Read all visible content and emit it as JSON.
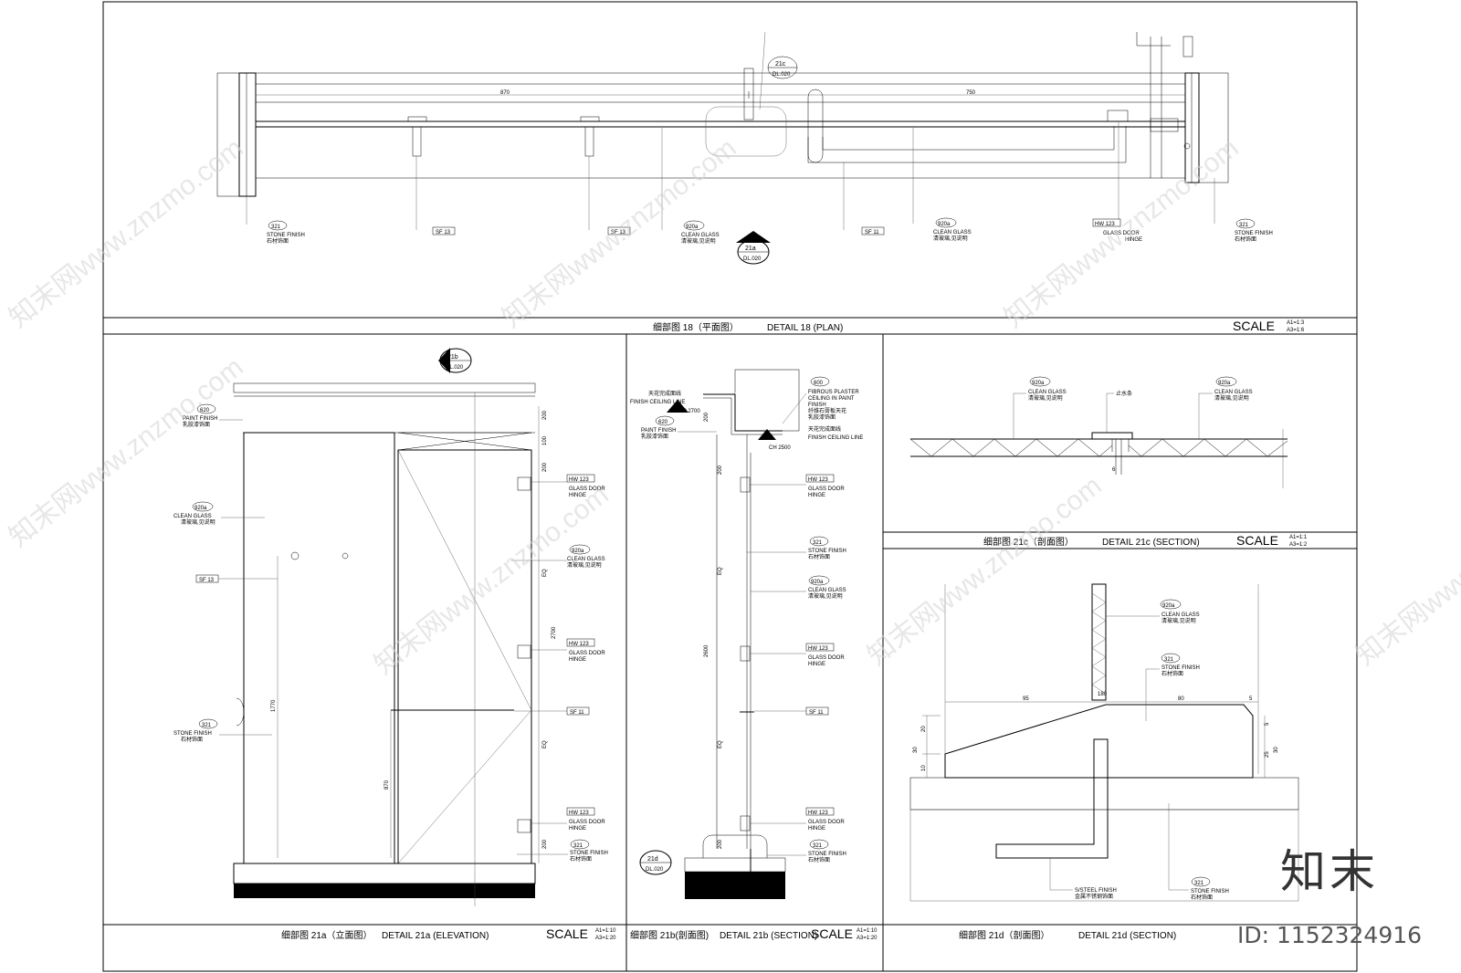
{
  "titles": {
    "t18": {
      "cn": "细部图 18（平面图）",
      "en": "DETAIL 18 (PLAN)",
      "scale": "SCALE",
      "a1": "A1=1:3",
      "a3": "A3=1:6"
    },
    "t21a": {
      "cn": "细部图 21a（立面图）",
      "en": "DETAIL 21a (ELEVATION)",
      "scale": "SCALE",
      "a1": "A1=1:10",
      "a3": "A3=1:20"
    },
    "t21b": {
      "cn": "细部图 21b(剖面图)",
      "en": "DETAIL 21b (SECTION)",
      "scale": "SCALE",
      "a1": "A1=1:10",
      "a3": "A3=1:20"
    },
    "t21c": {
      "cn": "细部图 21c（剖面图）",
      "en": "DETAIL 21c (SECTION)",
      "scale": "SCALE",
      "a1": "A1=1:1",
      "a3": "A3=1:2"
    },
    "t21d": {
      "cn": "细部图 21d（剖面图）",
      "en": "DETAIL 21d (SECTION)"
    }
  },
  "markers": {
    "m21c": {
      "num": "21c",
      "ref": "DL.020"
    },
    "m21a": {
      "num": "21a",
      "ref": "DL.020"
    },
    "m21b": {
      "num": "21b",
      "ref": "DL.020"
    },
    "m21d": {
      "num": "21d",
      "ref": "DL.020"
    }
  },
  "dims": {
    "d870": "870",
    "d750": "750",
    "d200a": "200",
    "d100": "100",
    "d200b": "200",
    "d2700": "2700",
    "d1770": "1770",
    "d870b": "870",
    "d200c": "200",
    "dEQ1": "EQ",
    "dEQ2": "EQ",
    "bd200a": "200",
    "bd2600": "2600",
    "bEQ1": "EQ",
    "bEQ2": "EQ",
    "bd200b": "200",
    "d95": "95",
    "d80": "80",
    "d5": "5",
    "d180": "180",
    "d30a": "30",
    "d10": "10",
    "d20": "20",
    "d25": "25",
    "d30b": "30",
    "d5b": "5",
    "c6": "6"
  },
  "labels": {
    "p_stone_l": {
      "code": "321",
      "en": "STONE FINISH",
      "cn": "石材饰面"
    },
    "p_sf13a": {
      "code": "SF 13"
    },
    "p_sf13b": {
      "code": "SF 13"
    },
    "p_glass1": {
      "code": "920a",
      "en": "CLEAN GLASS",
      "cn": "清玻璃,见说明"
    },
    "p_sf11": {
      "code": "SF 11"
    },
    "p_glass2": {
      "code": "920a",
      "en": "CLEAN GLASS",
      "cn": "清玻璃,见说明"
    },
    "p_hinge": {
      "code": "HW 123",
      "en1": "GLASS DOOR",
      "en2": "HINGE"
    },
    "p_stone_r": {
      "code": "321",
      "en": "STONE FINISH",
      "cn": "石材饰面"
    },
    "a_paint": {
      "code": "620",
      "en": "PAINT FINISH",
      "cn": "乳胶漆饰面"
    },
    "a_glass": {
      "code": "920a",
      "en": "CLEAN GLASS",
      "cn": "清玻璃,见说明"
    },
    "a_sf13": {
      "code": "SF 13"
    },
    "a_stone": {
      "code": "321",
      "en": "STONE FINISH",
      "cn": "石材饰面"
    },
    "a_hinge1": {
      "code": "HW 123",
      "en1": "GLASS DOOR",
      "en2": "HINGE"
    },
    "a_glass2": {
      "code": "920a",
      "en": "CLEAN GLASS",
      "cn": "清玻璃,见说明"
    },
    "a_hinge2": {
      "code": "HW 123",
      "en1": "GLASS DOOR",
      "en2": "HINGE"
    },
    "a_sf11": {
      "code": "SF 11"
    },
    "a_hinge3": {
      "code": "HW 123",
      "en1": "GLASS DOOR",
      "en2": "HINGE"
    },
    "a_stone2": {
      "code": "321",
      "en": "STONE FINISH",
      "cn": "石材饰面"
    },
    "b_ceil": {
      "cn": "天花完成面线",
      "en": "FINISH CEILING LINE",
      "ch": "CH 2700"
    },
    "b_paint": {
      "code": "620",
      "en": "PAINT FINISH",
      "cn": "乳胶漆饰面"
    },
    "b_fib": {
      "code": "600",
      "en1": "FIBROUS PLASTER",
      "en2": "CEILING IN PAINT",
      "en3": "FINISH",
      "cn1": "纤维石膏板天花",
      "cn2": "乳胶漆饰面"
    },
    "b_ceil2": {
      "cn": "天花完成面线",
      "en": "FINISH CEILING LINE",
      "ch": "CH 2500"
    },
    "b_hinge1": {
      "code": "HW 123",
      "en1": "GLASS DOOR",
      "en2": "HINGE"
    },
    "b_stone": {
      "code": "321",
      "en": "STONE FINISH",
      "cn": "石材饰面"
    },
    "b_glass": {
      "code": "920a",
      "en": "CLEAN GLASS",
      "cn": "清玻璃,见说明"
    },
    "b_hinge2": {
      "code": "HW 123",
      "en1": "GLASS DOOR",
      "en2": "HINGE"
    },
    "b_sf11": {
      "code": "SF 11"
    },
    "b_hinge3": {
      "code": "HW 123",
      "en1": "GLASS DOOR",
      "en2": "HINGE"
    },
    "b_stone2": {
      "code": "321",
      "en": "STONE FINISH",
      "cn": "石材饰面"
    },
    "c_glass1": {
      "code": "920a",
      "en": "CLEAN GLASS",
      "cn": "清玻璃,见说明"
    },
    "c_water": {
      "cn": "止水条"
    },
    "c_glass2": {
      "code": "920a",
      "en": "CLEAN GLASS",
      "cn": "清玻璃,见说明"
    },
    "d_glass": {
      "code": "920a",
      "en": "CLEAN GLASS",
      "cn": "清玻璃,见说明"
    },
    "d_stone": {
      "code": "321",
      "en": "STONE FINISH",
      "cn": "石材饰面"
    },
    "d_steel": {
      "en": "S/STEEL FINISH",
      "cn": "金属不锈钢饰面"
    },
    "d_stone2": {
      "code": "321",
      "en": "STONE FINISH",
      "cn": "石材饰面"
    }
  },
  "watermark": {
    "text": "知末网www.znzmo.com"
  },
  "brand": {
    "logo": "知末",
    "id": "ID: 1152324916"
  }
}
